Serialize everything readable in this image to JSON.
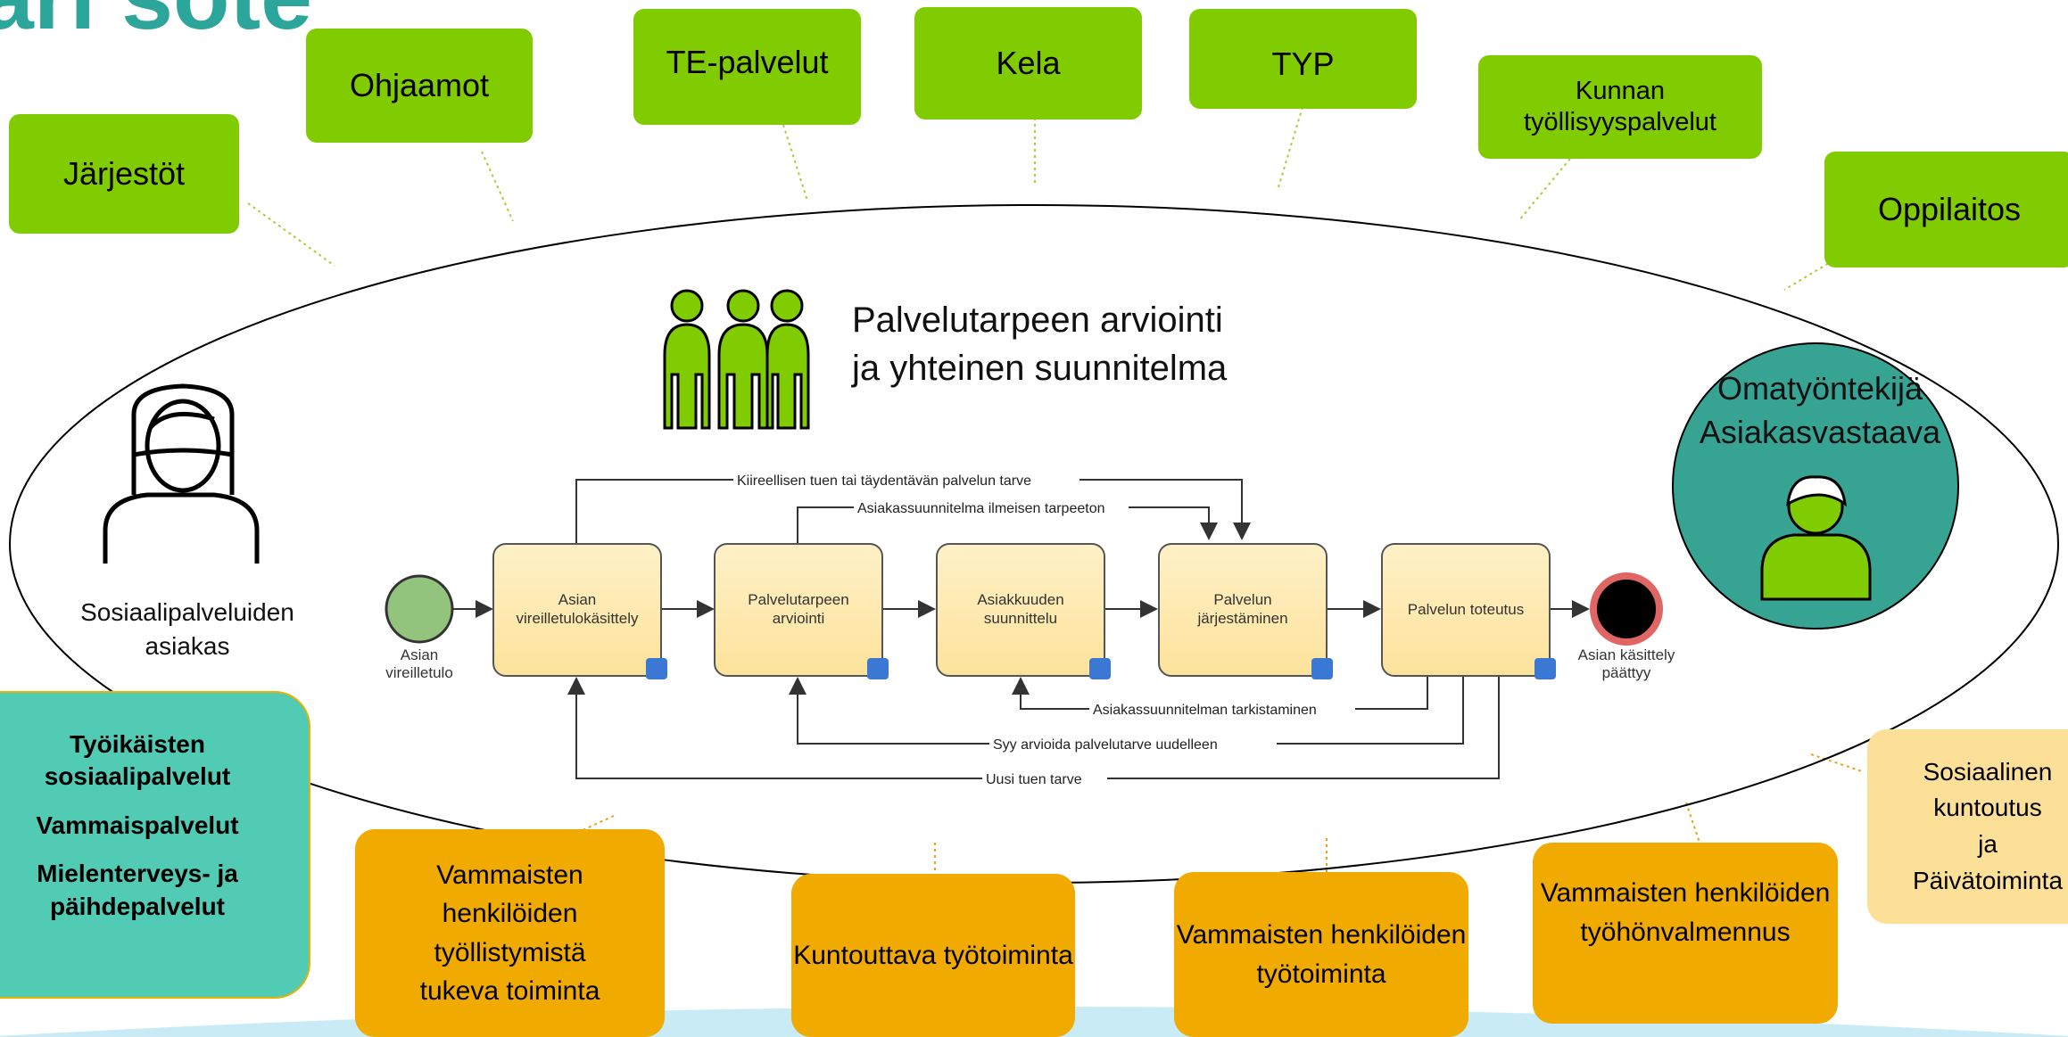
{
  "title": "ari sote",
  "top_boxes": {
    "jarjestot": "Järjestöt",
    "ohjaamot": "Ohjaamot",
    "te_palvelut": "TE-palvelut",
    "kela": "Kela",
    "typ": "TYP",
    "kunnan_line1": "Kunnan",
    "kunnan_line2": "työllisyyspalvelut",
    "oppilaitos": "Oppilaitos"
  },
  "center": {
    "heading_line1": "Palvelutarpeen arviointi",
    "heading_line2": "ja yhteinen suunnitelma",
    "client_line1": "Sosiaalipalveluiden",
    "client_line2": "asiakas",
    "worker_line1": "Omatyöntekijä",
    "worker_line2": "Asiakasvastaava"
  },
  "process": {
    "start_line1": "Asian",
    "start_line2": "vireilletulo",
    "end_line1": "Asian käsittely",
    "end_line2": "päättyy",
    "tasks": [
      {
        "line1": "Asian",
        "line2": "vireilletulokäsittely"
      },
      {
        "line1": "Palvelutarpeen",
        "line2": "arviointi"
      },
      {
        "line1": "Asiakkuuden",
        "line2": "suunnittelu"
      },
      {
        "line1": "Palvelun",
        "line2": "järjestäminen"
      },
      {
        "line1": "Palvelun toteutus",
        "line2": ""
      }
    ],
    "flows": {
      "kiireellisen": "Kiireellisen tuen tai täydentävän palvelun tarve",
      "asiakassuunnitelma_ilmeisen": "Asiakassuunnitelma ilmeisen tarpeeton",
      "tarkistaminen": "Asiakassuunnitelman tarkistaminen",
      "syy": "Syy arvioida palvelutarve uudelleen",
      "uusi": "Uusi tuen tarve"
    }
  },
  "services": {
    "item1": "Työikäisten sosiaalipalvelut",
    "item2": "Vammaispalvelut",
    "item3": "Mielenterveys- ja päihdepalvelut"
  },
  "bottom_boxes": {
    "b1": [
      "Vammaisten",
      "henkilöiden",
      "työllistymistä",
      "tukeva toiminta"
    ],
    "b2": [
      "Kuntouttava työtoiminta"
    ],
    "b3": [
      "Vammaisten henkilöiden",
      "työtoiminta"
    ],
    "b4": [
      "Vammaisten henkilöiden",
      "työhönvalmennus"
    ],
    "b5": [
      "Sosiaalinen",
      "kuntoutus",
      "ja",
      "Päivätoiminta"
    ]
  },
  "colors": {
    "green": "#80cc00",
    "orange": "#f0aa00",
    "light_orange": "#fde098",
    "teal": "#52cbb5",
    "dark_teal": "#37a392",
    "title_teal": "#2ca59a",
    "task_fill": "#fde8a4"
  }
}
